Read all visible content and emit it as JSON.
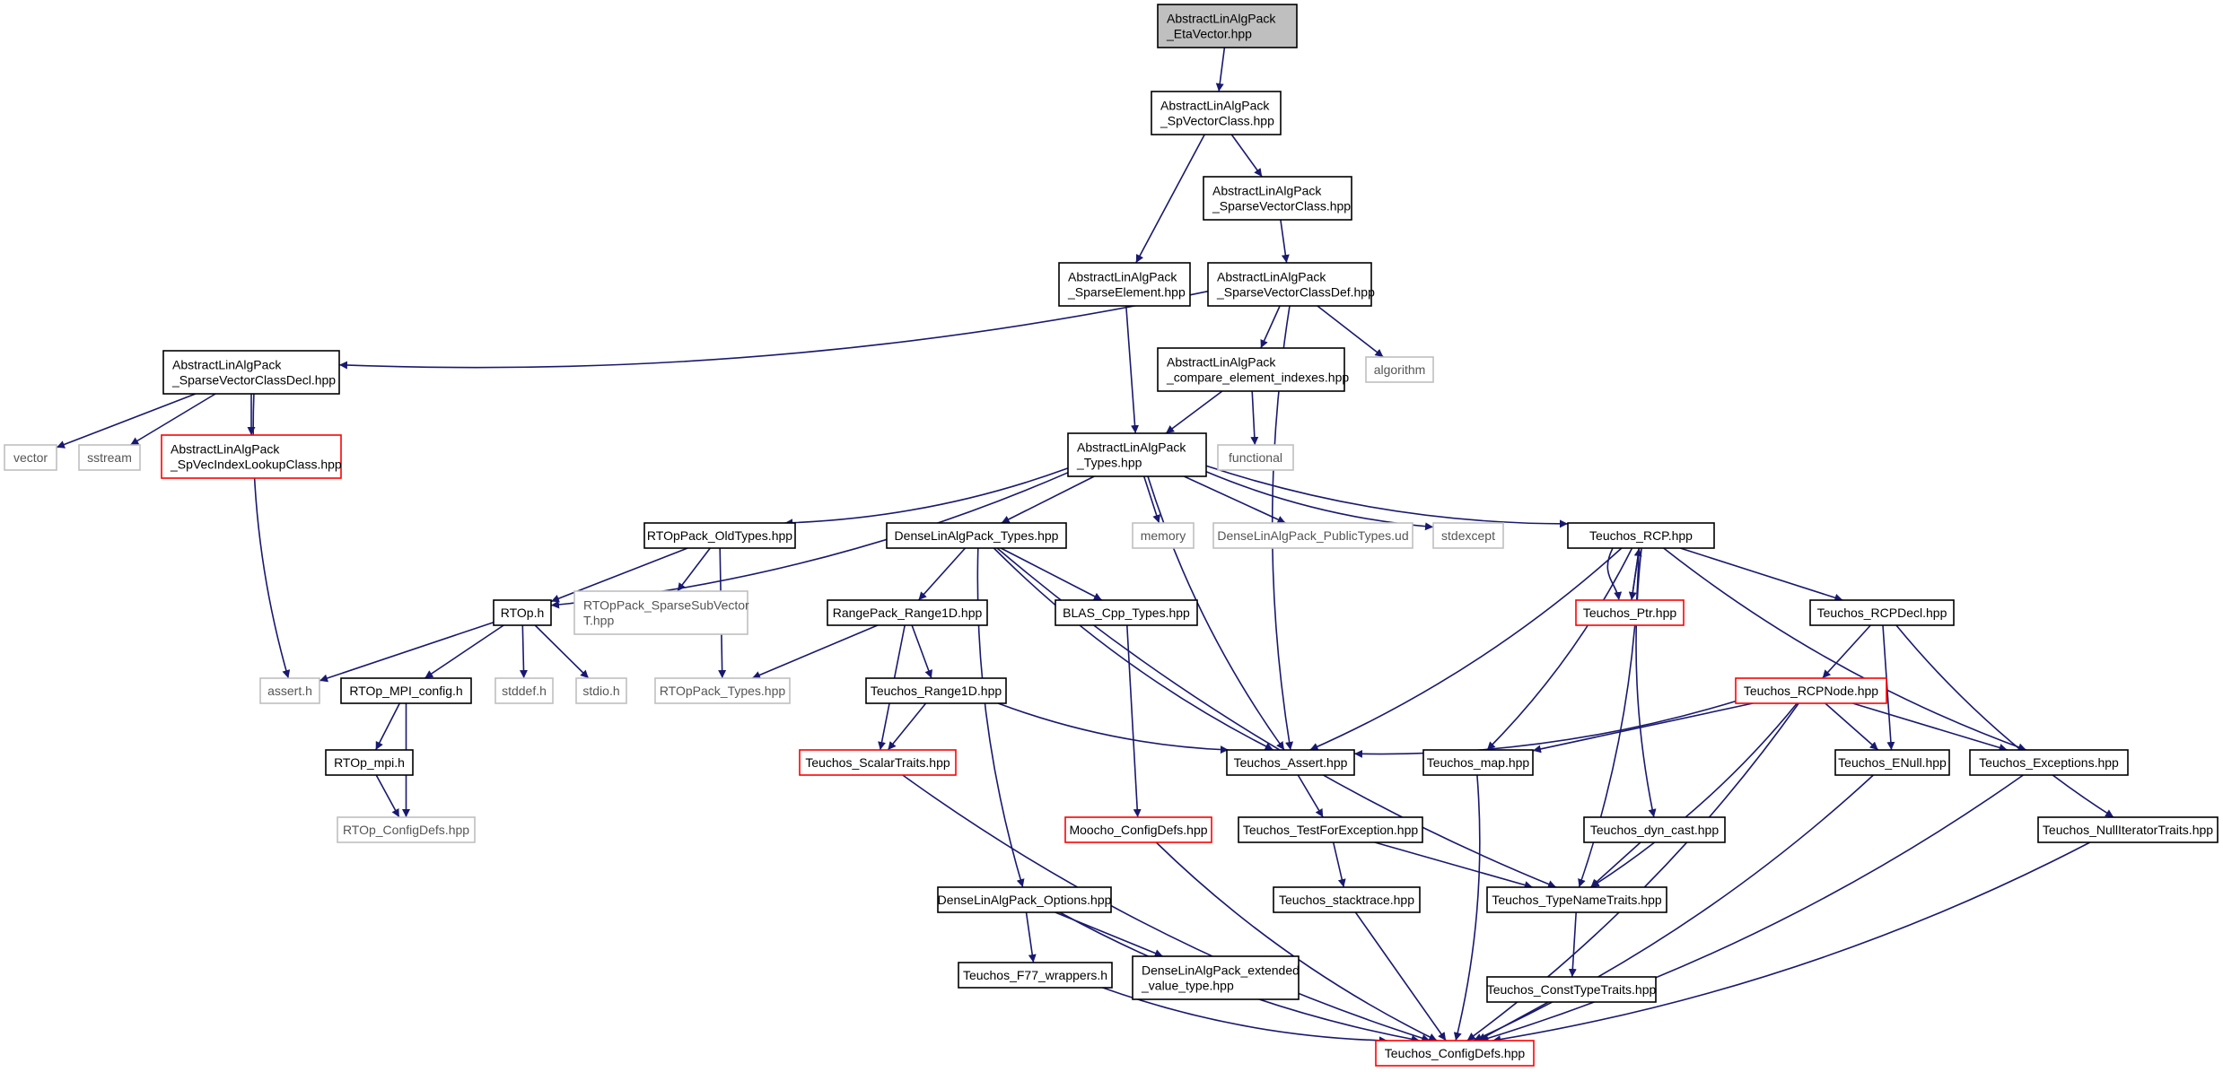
{
  "nodes": [
    {
      "id": "eta",
      "lines": [
        "AbstractLinAlgPack",
        "_EtaVector.hpp"
      ],
      "kind": "root"
    },
    {
      "id": "spvc",
      "lines": [
        "AbstractLinAlgPack",
        "_SpVectorClass.hpp"
      ],
      "kind": "normal"
    },
    {
      "id": "svc",
      "lines": [
        "AbstractLinAlgPack",
        "_SparseVectorClass.hpp"
      ],
      "kind": "normal"
    },
    {
      "id": "se",
      "lines": [
        "AbstractLinAlgPack",
        "_SparseElement.hpp"
      ],
      "kind": "normal"
    },
    {
      "id": "svcdef",
      "lines": [
        "AbstractLinAlgPack",
        "_SparseVectorClassDef.hpp"
      ],
      "kind": "normal"
    },
    {
      "id": "svcdecl",
      "lines": [
        "AbstractLinAlgPack",
        "_SparseVectorClassDecl.hpp"
      ],
      "kind": "normal"
    },
    {
      "id": "algorithm",
      "lines": [
        "algorithm"
      ],
      "kind": "ext"
    },
    {
      "id": "cei",
      "lines": [
        "AbstractLinAlgPack",
        "_compare_element_indexes.hpp"
      ],
      "kind": "normal"
    },
    {
      "id": "vector",
      "lines": [
        "vector"
      ],
      "kind": "ext"
    },
    {
      "id": "sstream",
      "lines": [
        "sstream"
      ],
      "kind": "ext"
    },
    {
      "id": "spveclookup",
      "lines": [
        "AbstractLinAlgPack",
        "_SpVecIndexLookupClass.hpp"
      ],
      "kind": "trunc"
    },
    {
      "id": "functional",
      "lines": [
        "functional"
      ],
      "kind": "ext"
    },
    {
      "id": "types",
      "lines": [
        "AbstractLinAlgPack",
        "_Types.hpp"
      ],
      "kind": "normal"
    },
    {
      "id": "rtopold",
      "lines": [
        "RTOpPack_OldTypes.hpp"
      ],
      "kind": "normal"
    },
    {
      "id": "dlaptypes",
      "lines": [
        "DenseLinAlgPack_Types.hpp"
      ],
      "kind": "normal"
    },
    {
      "id": "memory",
      "lines": [
        "memory"
      ],
      "kind": "ext"
    },
    {
      "id": "dlappub",
      "lines": [
        "DenseLinAlgPack_PublicTypes.ud"
      ],
      "kind": "ext"
    },
    {
      "id": "stdexcept",
      "lines": [
        "stdexcept"
      ],
      "kind": "ext"
    },
    {
      "id": "rcp",
      "lines": [
        "Teuchos_RCP.hpp"
      ],
      "kind": "normal"
    },
    {
      "id": "rtoph",
      "lines": [
        "RTOp.h"
      ],
      "kind": "normal"
    },
    {
      "id": "rtopsparse",
      "lines": [
        "RTOpPack_SparseSubVector",
        "T.hpp"
      ],
      "kind": "ext"
    },
    {
      "id": "range1dpack",
      "lines": [
        "RangePack_Range1D.hpp"
      ],
      "kind": "normal"
    },
    {
      "id": "blas",
      "lines": [
        "BLAS_Cpp_Types.hpp"
      ],
      "kind": "normal"
    },
    {
      "id": "ptr",
      "lines": [
        "Teuchos_Ptr.hpp"
      ],
      "kind": "trunc"
    },
    {
      "id": "rcpdecl",
      "lines": [
        "Teuchos_RCPDecl.hpp"
      ],
      "kind": "normal"
    },
    {
      "id": "asserth",
      "lines": [
        "assert.h"
      ],
      "kind": "ext"
    },
    {
      "id": "mpiconfig",
      "lines": [
        "RTOp_MPI_config.h"
      ],
      "kind": "normal"
    },
    {
      "id": "stddef",
      "lines": [
        "stddef.h"
      ],
      "kind": "ext"
    },
    {
      "id": "stdio",
      "lines": [
        "stdio.h"
      ],
      "kind": "ext"
    },
    {
      "id": "rtoptypes",
      "lines": [
        "RTOpPack_Types.hpp"
      ],
      "kind": "ext"
    },
    {
      "id": "trange1d",
      "lines": [
        "Teuchos_Range1D.hpp"
      ],
      "kind": "normal"
    },
    {
      "id": "rcpnode",
      "lines": [
        "Teuchos_RCPNode.hpp"
      ],
      "kind": "trunc"
    },
    {
      "id": "rtopmpi",
      "lines": [
        "RTOp_mpi.h"
      ],
      "kind": "normal"
    },
    {
      "id": "scalar",
      "lines": [
        "Teuchos_ScalarTraits.hpp"
      ],
      "kind": "trunc"
    },
    {
      "id": "tassert",
      "lines": [
        "Teuchos_Assert.hpp"
      ],
      "kind": "normal"
    },
    {
      "id": "tmap",
      "lines": [
        "Teuchos_map.hpp"
      ],
      "kind": "normal"
    },
    {
      "id": "enull",
      "lines": [
        "Teuchos_ENull.hpp"
      ],
      "kind": "normal"
    },
    {
      "id": "texc",
      "lines": [
        "Teuchos_Exceptions.hpp"
      ],
      "kind": "normal"
    },
    {
      "id": "rtopconfig",
      "lines": [
        "RTOp_ConfigDefs.hpp"
      ],
      "kind": "ext"
    },
    {
      "id": "moocho",
      "lines": [
        "Moocho_ConfigDefs.hpp"
      ],
      "kind": "trunc"
    },
    {
      "id": "testexc",
      "lines": [
        "Teuchos_TestForException.hpp"
      ],
      "kind": "normal"
    },
    {
      "id": "dyncast",
      "lines": [
        "Teuchos_dyn_cast.hpp"
      ],
      "kind": "normal"
    },
    {
      "id": "nulliter",
      "lines": [
        "Teuchos_NullIteratorTraits.hpp"
      ],
      "kind": "normal"
    },
    {
      "id": "dlapopts",
      "lines": [
        "DenseLinAlgPack_Options.hpp"
      ],
      "kind": "normal"
    },
    {
      "id": "stacktrace",
      "lines": [
        "Teuchos_stacktrace.hpp"
      ],
      "kind": "normal"
    },
    {
      "id": "typename",
      "lines": [
        "Teuchos_TypeNameTraits.hpp"
      ],
      "kind": "normal"
    },
    {
      "id": "f77",
      "lines": [
        "Teuchos_F77_wrappers.h"
      ],
      "kind": "normal"
    },
    {
      "id": "extval",
      "lines": [
        "DenseLinAlgPack_extended",
        "_value_type.hpp"
      ],
      "kind": "normal"
    },
    {
      "id": "consttype",
      "lines": [
        "Teuchos_ConstTypeTraits.hpp"
      ],
      "kind": "normal"
    },
    {
      "id": "tconfig",
      "lines": [
        "Teuchos_ConfigDefs.hpp"
      ],
      "kind": "trunc"
    }
  ],
  "edges": [
    [
      "eta",
      "spvc"
    ],
    [
      "spvc",
      "svc"
    ],
    [
      "spvc",
      "se"
    ],
    [
      "svc",
      "svcdef"
    ],
    [
      "svcdef",
      "svcdecl"
    ],
    [
      "svcdef",
      "cei"
    ],
    [
      "svcdef",
      "algorithm"
    ],
    [
      "svcdef",
      "tassert"
    ],
    [
      "se",
      "types"
    ],
    [
      "cei",
      "types"
    ],
    [
      "cei",
      "functional"
    ],
    [
      "svcdecl",
      "vector"
    ],
    [
      "svcdecl",
      "sstream"
    ],
    [
      "svcdecl",
      "spveclookup"
    ],
    [
      "svcdecl",
      "asserth"
    ],
    [
      "types",
      "rtoph"
    ],
    [
      "types",
      "rtopold"
    ],
    [
      "types",
      "dlaptypes"
    ],
    [
      "types",
      "memory"
    ],
    [
      "types",
      "dlappub"
    ],
    [
      "types",
      "stdexcept"
    ],
    [
      "types",
      "rcp"
    ],
    [
      "types",
      "tassert"
    ],
    [
      "rtopold",
      "rtoph"
    ],
    [
      "rtopold",
      "rtopsparse"
    ],
    [
      "rtopold",
      "rtoptypes"
    ],
    [
      "dlaptypes",
      "range1dpack"
    ],
    [
      "dlaptypes",
      "blas"
    ],
    [
      "dlaptypes",
      "dlapopts"
    ],
    [
      "dlaptypes",
      "tassert"
    ],
    [
      "dlaptypes",
      "typename"
    ],
    [
      "rtoph",
      "asserth"
    ],
    [
      "rtoph",
      "mpiconfig"
    ],
    [
      "rtoph",
      "stddef"
    ],
    [
      "rtoph",
      "stdio"
    ],
    [
      "mpiconfig",
      "rtopmpi"
    ],
    [
      "mpiconfig",
      "rtopconfig"
    ],
    [
      "rtopmpi",
      "rtopconfig"
    ],
    [
      "range1dpack",
      "rtoptypes"
    ],
    [
      "range1dpack",
      "trange1d"
    ],
    [
      "range1dpack",
      "scalar"
    ],
    [
      "trange1d",
      "scalar"
    ],
    [
      "trange1d",
      "tassert"
    ],
    [
      "blas",
      "moocho"
    ],
    [
      "scalar",
      "tconfig"
    ],
    [
      "moocho",
      "tconfig"
    ],
    [
      "rcp",
      "ptr"
    ],
    [
      "rcp",
      "rcpdecl"
    ],
    [
      "rcp",
      "tassert"
    ],
    [
      "rcp",
      "tmap"
    ],
    [
      "rcp",
      "typename"
    ],
    [
      "rcp",
      "dyncast"
    ],
    [
      "rcp",
      "texc"
    ],
    [
      "ptr",
      "rcp"
    ],
    [
      "rcpdecl",
      "rcpnode"
    ],
    [
      "rcpdecl",
      "enull"
    ],
    [
      "rcpdecl",
      "nulliter"
    ],
    [
      "rcpnode",
      "tassert"
    ],
    [
      "rcpnode",
      "tmap"
    ],
    [
      "rcpnode",
      "enull"
    ],
    [
      "rcpnode",
      "texc"
    ],
    [
      "rcpnode",
      "typename"
    ],
    [
      "rcpnode",
      "tconfig"
    ],
    [
      "tassert",
      "testexc"
    ],
    [
      "testexc",
      "stacktrace"
    ],
    [
      "testexc",
      "typename"
    ],
    [
      "stacktrace",
      "tconfig"
    ],
    [
      "dyncast",
      "typename"
    ],
    [
      "typename",
      "consttype"
    ],
    [
      "consttype",
      "tconfig"
    ],
    [
      "tmap",
      "tconfig"
    ],
    [
      "enull",
      "tconfig"
    ],
    [
      "texc",
      "tconfig"
    ],
    [
      "nulliter",
      "tconfig"
    ],
    [
      "dlapopts",
      "f77"
    ],
    [
      "dlapopts",
      "extval"
    ],
    [
      "dlapopts",
      "tconfig"
    ],
    [
      "f77",
      "tconfig"
    ]
  ]
}
